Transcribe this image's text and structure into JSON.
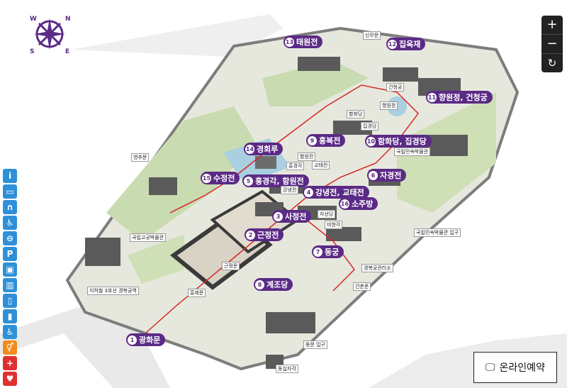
{
  "zoom_controls": {
    "in_label": "+",
    "out_label": "−",
    "reset_label": "↻"
  },
  "reserve_button": {
    "label": "온라인예약",
    "icon": "monitor-icon"
  },
  "compass": {
    "n": "N",
    "e": "E",
    "s": "S",
    "w": "W",
    "icon": "compass-icon"
  },
  "legend_icons": [
    {
      "name": "info-icon",
      "glyph": "i",
      "color": "#2e90d8"
    },
    {
      "name": "ticket-icon",
      "glyph": "▭",
      "color": "#2e90d8"
    },
    {
      "name": "audio-guide-icon",
      "glyph": "∩",
      "color": "#2e90d8"
    },
    {
      "name": "wheelchair-icon",
      "glyph": "♿",
      "color": "#2e90d8"
    },
    {
      "name": "stroller-icon",
      "glyph": "⊖",
      "color": "#2e90d8"
    },
    {
      "name": "parking-icon",
      "glyph": "P",
      "color": "#2e90d8"
    },
    {
      "name": "gift-shop-icon",
      "glyph": "▣",
      "color": "#2e90d8"
    },
    {
      "name": "locker-icon",
      "glyph": "▥",
      "color": "#2e90d8"
    },
    {
      "name": "drinking-fountain-icon",
      "glyph": "▯",
      "color": "#2e90d8"
    },
    {
      "name": "cafe-icon",
      "glyph": "▮",
      "color": "#2e90d8"
    },
    {
      "name": "accessible-toilet-icon",
      "glyph": "♿",
      "color": "#2e90d8"
    },
    {
      "name": "restroom-icon",
      "glyph": "⚥",
      "color": "#f08c1e"
    },
    {
      "name": "first-aid-icon",
      "glyph": "+",
      "color": "#e03030"
    },
    {
      "name": "aed-icon",
      "glyph": "♥",
      "color": "#e03030"
    }
  ],
  "numbered_sites": [
    {
      "num": "1",
      "label": "광화문"
    },
    {
      "num": "2",
      "label": "근정전"
    },
    {
      "num": "3",
      "label": "사정전"
    },
    {
      "num": "4",
      "label": "강녕전, 교태전"
    },
    {
      "num": "5",
      "label": "흥경각, 함원전"
    },
    {
      "num": "6",
      "label": "자경전"
    },
    {
      "num": "7",
      "label": "동궁"
    },
    {
      "num": "8",
      "label": "계조당"
    },
    {
      "num": "9",
      "label": "흥복전"
    },
    {
      "num": "10",
      "label": "함화당, 집경당"
    },
    {
      "num": "11",
      "label": "향원정, 건청궁"
    },
    {
      "num": "12",
      "label": "집옥재"
    },
    {
      "num": "13",
      "label": "태원전"
    },
    {
      "num": "14",
      "label": "경회루"
    },
    {
      "num": "15",
      "label": "수정전"
    },
    {
      "num": "16",
      "label": "소주방"
    }
  ],
  "small_labels": [
    "신무문",
    "건청궁",
    "향원정",
    "함화당",
    "집경당",
    "국립민속박물관",
    "함원전",
    "흥경각",
    "교태전",
    "강녕전",
    "자선당",
    "비현각",
    "영추문",
    "국립고궁박물관",
    "근정문",
    "흥례문",
    "지하철 3호선 경복궁역",
    "경복궁관리소",
    "건춘문",
    "국립민속박물관 입구",
    "동문 입구",
    "동십자각"
  ]
}
